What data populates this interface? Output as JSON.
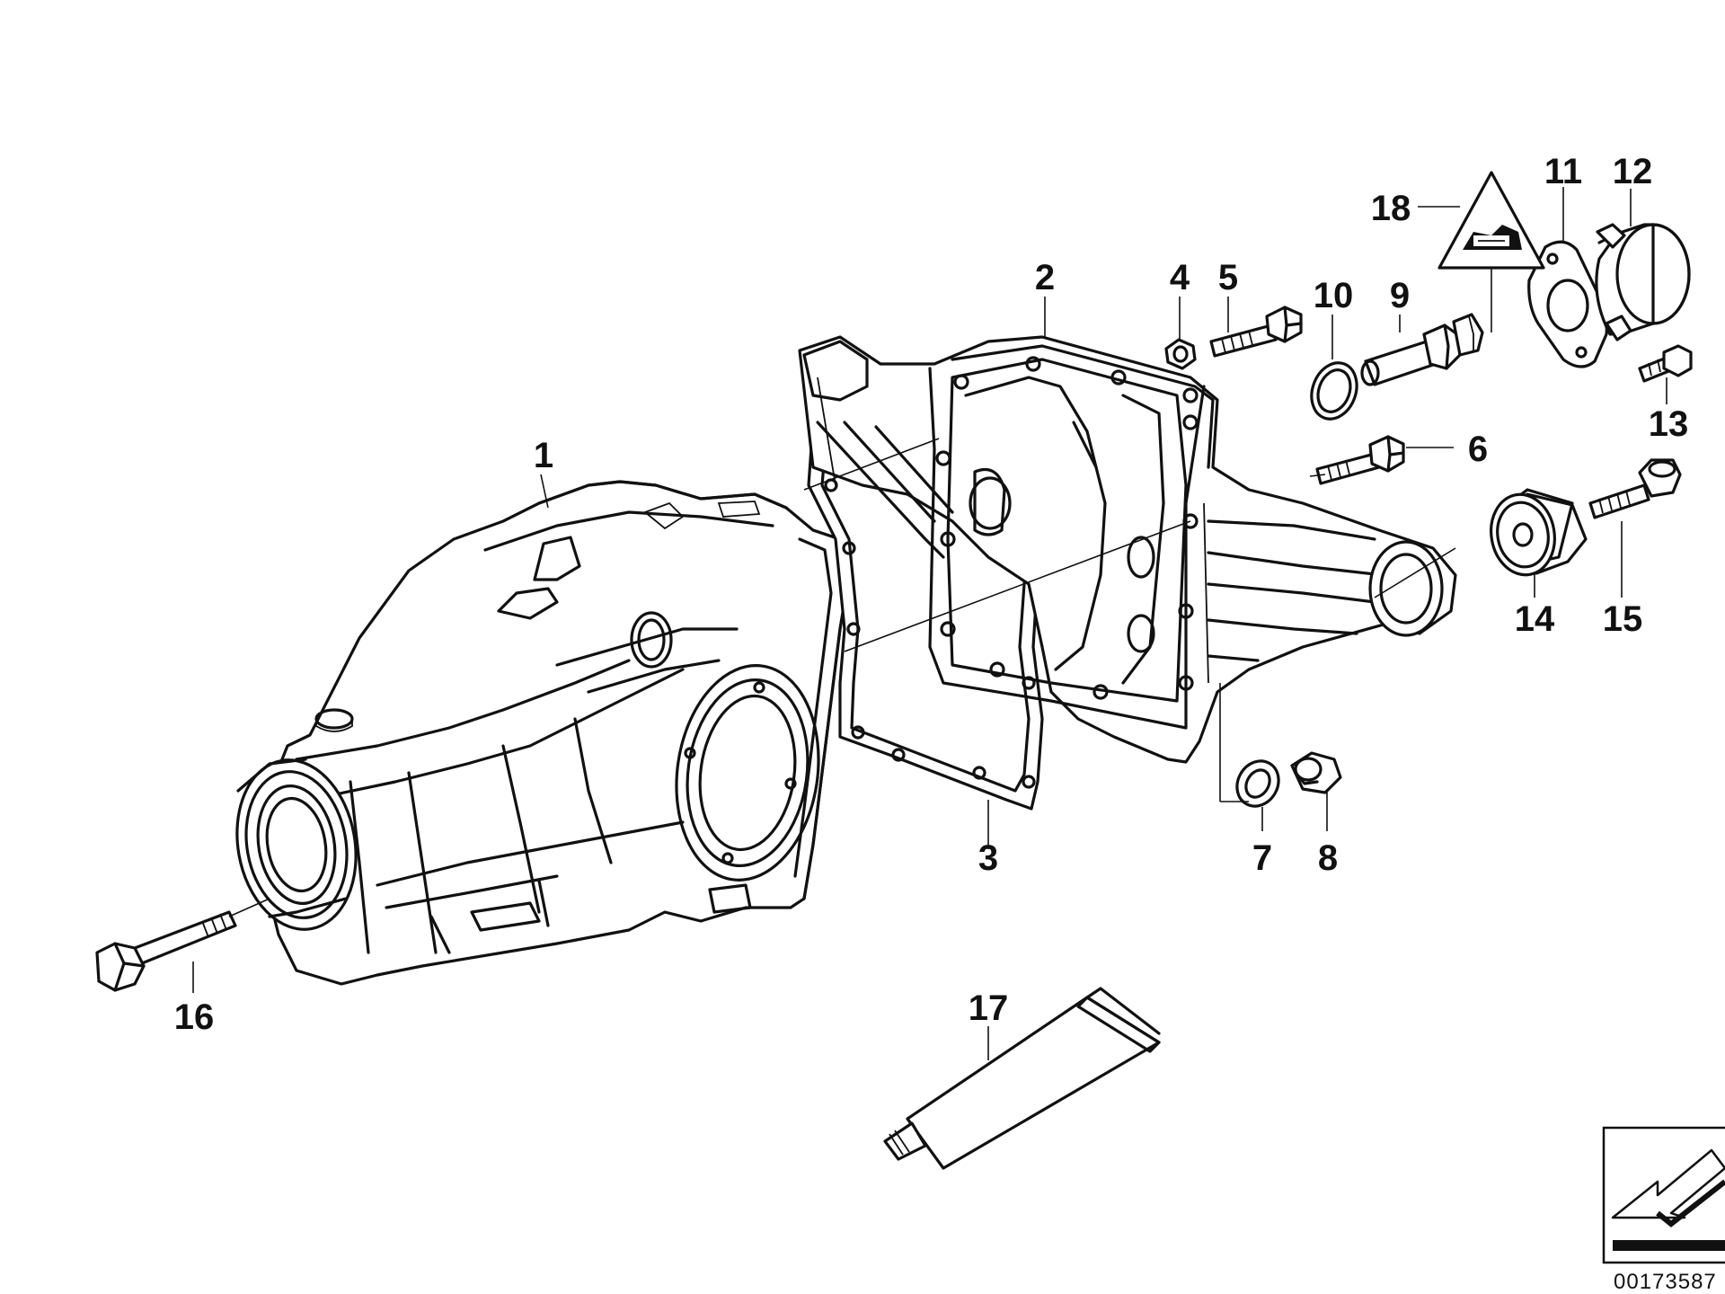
{
  "callouts": [
    {
      "id": "1",
      "label": "1"
    },
    {
      "id": "2",
      "label": "2"
    },
    {
      "id": "3",
      "label": "3"
    },
    {
      "id": "4",
      "label": "4"
    },
    {
      "id": "5",
      "label": "5"
    },
    {
      "id": "6",
      "label": "6"
    },
    {
      "id": "7",
      "label": "7"
    },
    {
      "id": "8",
      "label": "8"
    },
    {
      "id": "9",
      "label": "9"
    },
    {
      "id": "10",
      "label": "10"
    },
    {
      "id": "11",
      "label": "11"
    },
    {
      "id": "12",
      "label": "12"
    },
    {
      "id": "13",
      "label": "13"
    },
    {
      "id": "14",
      "label": "14"
    },
    {
      "id": "15",
      "label": "15"
    },
    {
      "id": "16",
      "label": "16"
    },
    {
      "id": "17",
      "label": "17"
    },
    {
      "id": "18",
      "label": "18"
    }
  ],
  "parts": [
    {
      "id": "1",
      "name": "rear-differential-housing"
    },
    {
      "id": "2",
      "name": "differential-cover"
    },
    {
      "id": "3",
      "name": "cover-gasket"
    },
    {
      "id": "4",
      "name": "nut"
    },
    {
      "id": "5",
      "name": "stud-bolt"
    },
    {
      "id": "6",
      "name": "hex-bolt"
    },
    {
      "id": "7",
      "name": "seal-ring"
    },
    {
      "id": "8",
      "name": "plug"
    },
    {
      "id": "9",
      "name": "speed-sensor"
    },
    {
      "id": "10",
      "name": "o-ring"
    },
    {
      "id": "11",
      "name": "gasket-plate"
    },
    {
      "id": "12",
      "name": "sensor-cap"
    },
    {
      "id": "13",
      "name": "screw"
    },
    {
      "id": "14",
      "name": "rubber-mount"
    },
    {
      "id": "15",
      "name": "mount-bolt"
    },
    {
      "id": "16",
      "name": "housing-bolt"
    },
    {
      "id": "17",
      "name": "sealant-tube"
    },
    {
      "id": "18",
      "name": "warning-triangle-symbol"
    }
  ],
  "diagram_ref": "00173587",
  "colors": {
    "line": "#111111",
    "background": "#ffffff"
  }
}
